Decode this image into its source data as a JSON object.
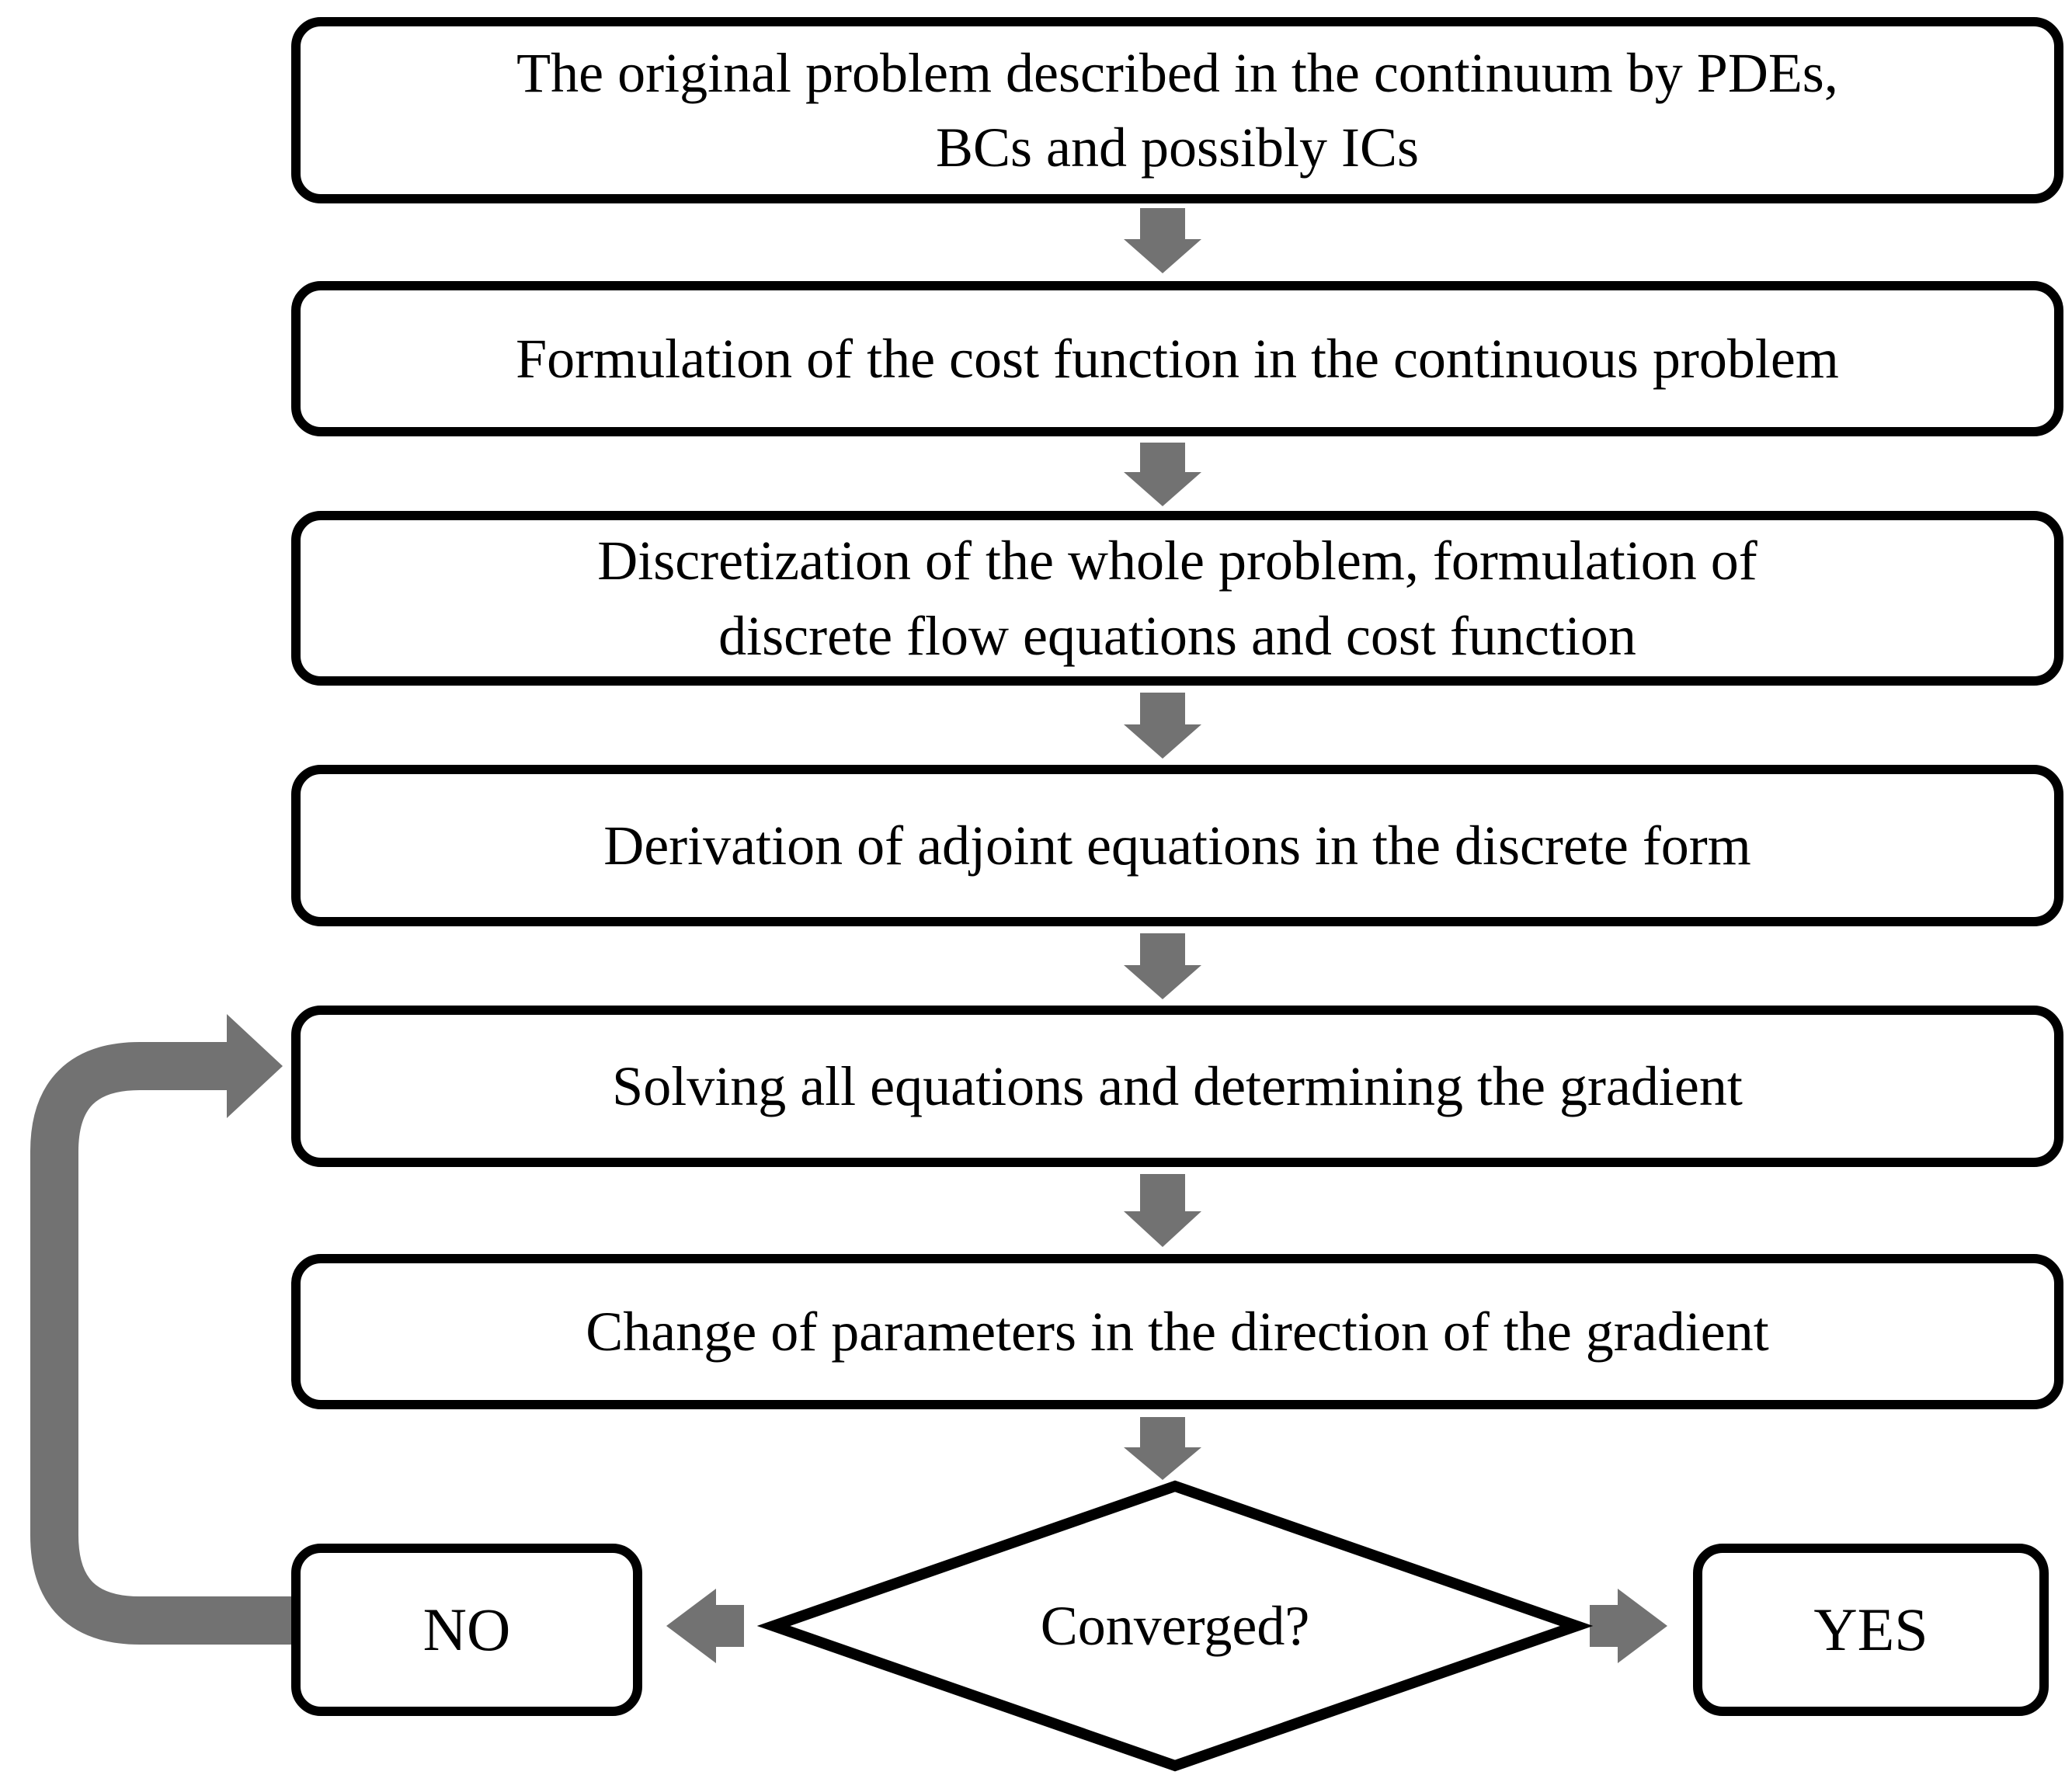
{
  "figure": {
    "background": "#ffffff",
    "box_border_color": "#000000",
    "text_color": "#000000",
    "arrow_color": "#727272"
  },
  "nodes": {
    "original_problem": {
      "lines": [
        "The original problem described in the continuum by PDEs,",
        "BCs and possibly ICs"
      ]
    },
    "cost_function": {
      "lines": [
        "Formulation of the cost function in the continuous problem"
      ]
    },
    "discretization": {
      "lines": [
        "Discretization of the whole problem, formulation of",
        "discrete flow equations and cost function"
      ]
    },
    "adjoint": {
      "lines": [
        "Derivation of adjoint equations in the discrete form"
      ]
    },
    "solve": {
      "lines": [
        "Solving all equations and determining the gradient"
      ]
    },
    "change_params": {
      "lines": [
        "Change of parameters in the direction of the gradient"
      ]
    },
    "decision": {
      "label": "Converged?"
    },
    "no": {
      "label": "NO"
    },
    "yes": {
      "label": "YES"
    }
  },
  "edges": [
    {
      "from": "original_problem",
      "to": "cost_function",
      "type": "down-arrow"
    },
    {
      "from": "cost_function",
      "to": "discretization",
      "type": "down-arrow"
    },
    {
      "from": "discretization",
      "to": "adjoint",
      "type": "down-arrow"
    },
    {
      "from": "adjoint",
      "to": "solve",
      "type": "down-arrow"
    },
    {
      "from": "solve",
      "to": "change_params",
      "type": "down-arrow"
    },
    {
      "from": "change_params",
      "to": "decision",
      "type": "down-arrow"
    },
    {
      "from": "decision",
      "to": "no",
      "type": "left-arrow"
    },
    {
      "from": "decision",
      "to": "yes",
      "type": "right-arrow"
    },
    {
      "from": "no",
      "to": "solve",
      "type": "loop-back-arrow"
    }
  ]
}
